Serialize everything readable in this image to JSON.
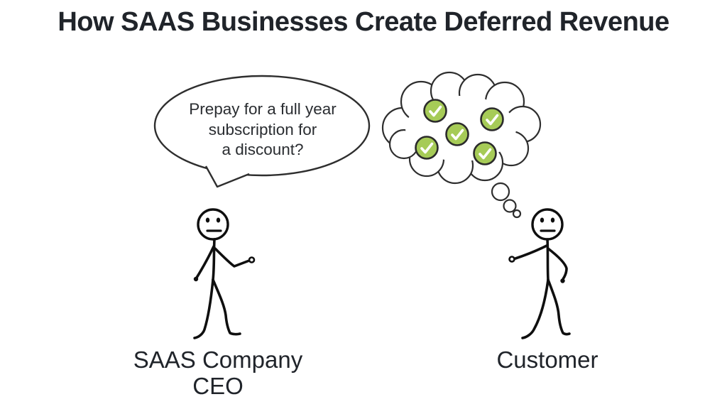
{
  "title": "How SAAS Businesses Create Deferred Revenue",
  "colors": {
    "background": "#ffffff",
    "ink": "#20242a",
    "outline": "#2e2e2e",
    "stick": "#0f0f0f",
    "check_fill": "#a6cb57",
    "check_mark": "#ffffff"
  },
  "speech_bubble": {
    "speaker": "SAAS Company CEO",
    "lines": [
      "Prepay for a full year",
      "subscription for",
      "a discount?"
    ]
  },
  "thought_bubble": {
    "thinker": "Customer",
    "check_count": 5
  },
  "figures": {
    "left": {
      "label_lines": [
        "SAAS Company",
        "CEO"
      ]
    },
    "right": {
      "label": "Customer"
    }
  }
}
